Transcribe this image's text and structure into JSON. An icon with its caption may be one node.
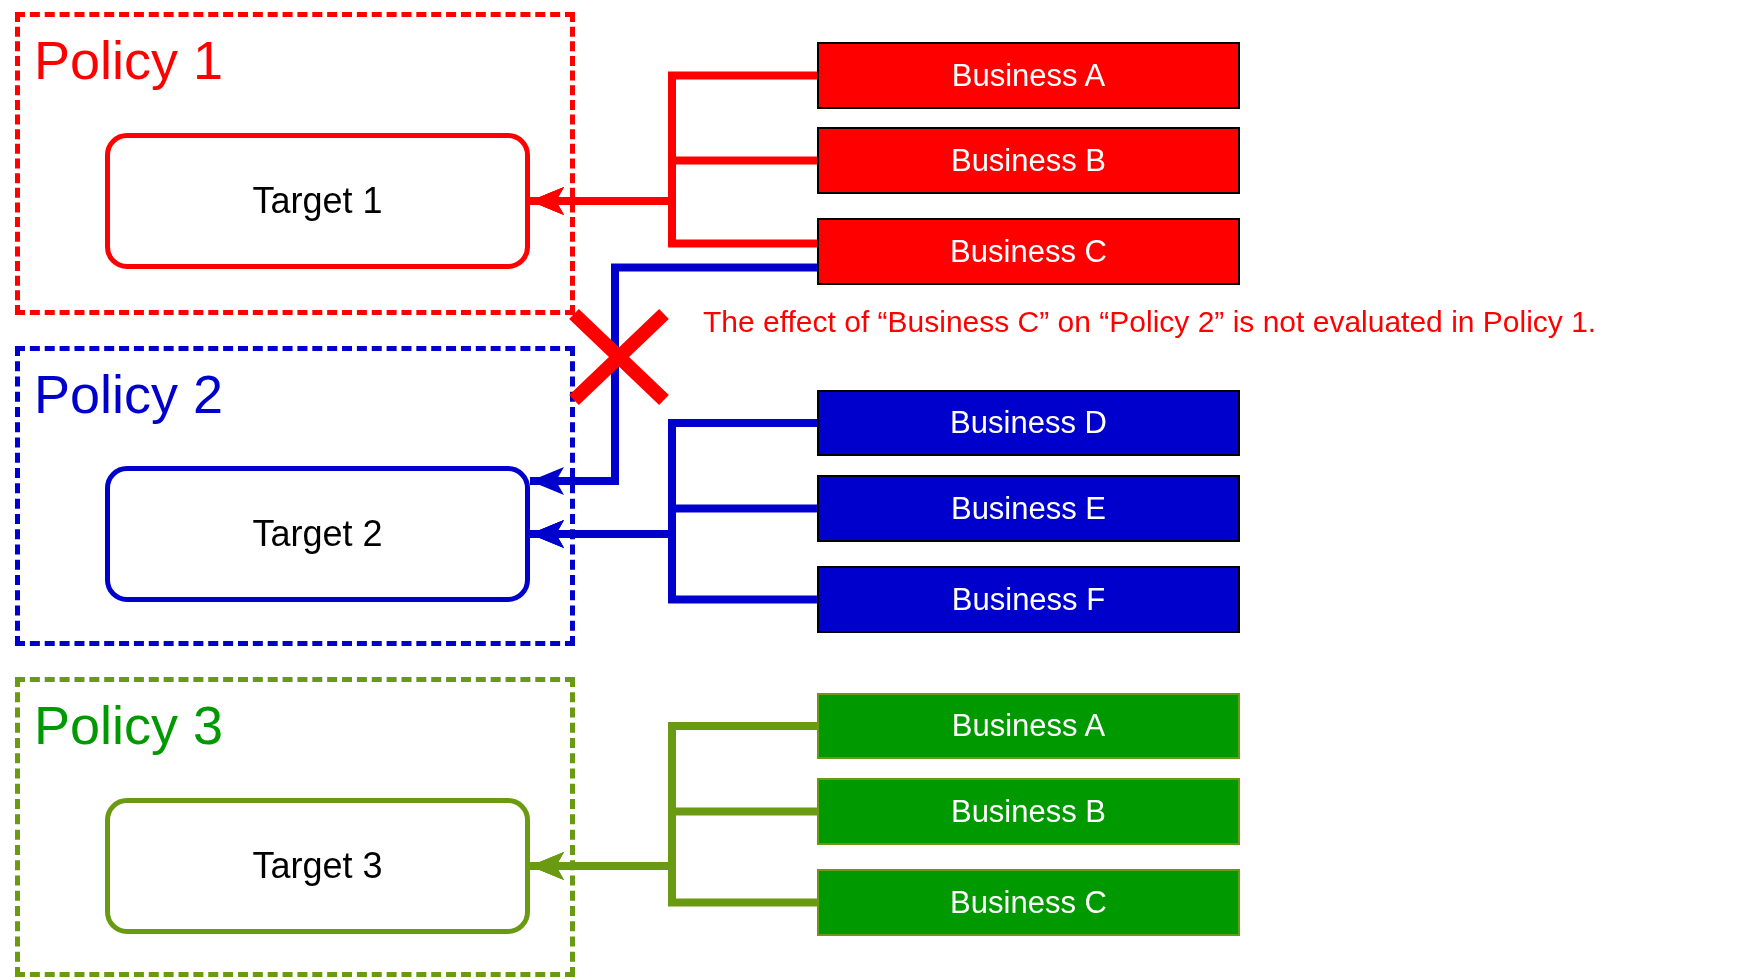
{
  "diagram": {
    "nodes": [
      {
        "text": [
          "Policy 1"
        ]
      },
      {
        "text": [
          "Target 1"
        ],
        "in": 0
      },
      {
        "text": [
          "Policy 2"
        ]
      },
      {
        "text": [
          "Target 2"
        ],
        "in": 2
      },
      {
        "text": [
          "Policy 3"
        ]
      },
      {
        "text": [
          "Target 3"
        ],
        "in": 4
      },
      {
        "text": [
          "Business A"
        ]
      },
      {
        "text": [
          "Business B"
        ]
      },
      {
        "text": [
          "Business C"
        ]
      },
      {
        "text": [
          "Business D"
        ]
      },
      {
        "text": [
          "Business E"
        ]
      },
      {
        "text": [
          "Business F"
        ]
      },
      {
        "text": [
          "Business A"
        ]
      },
      {
        "text": [
          "Business B"
        ]
      },
      {
        "text": [
          "Business C"
        ]
      }
    ],
    "edges": [
      {
        "from": 6,
        "to": 1,
        "arrow": "to",
        "color": "#ff0000"
      },
      {
        "from": 7,
        "to": 1,
        "arrow": "to",
        "color": "#ff0000"
      },
      {
        "from": 8,
        "to": 1,
        "arrow": "to",
        "color": "#ff0000"
      },
      {
        "from": 8,
        "to": 3,
        "arrow": "to",
        "color": "#0000cc"
      },
      {
        "from": 9,
        "to": 3,
        "arrow": "to",
        "color": "#0000cc"
      },
      {
        "from": 10,
        "to": 3,
        "arrow": "to",
        "color": "#0000cc"
      },
      {
        "from": 11,
        "to": 3,
        "arrow": "to",
        "color": "#0000cc"
      },
      {
        "from": 12,
        "to": 5,
        "arrow": "to",
        "color": "#6a9a12"
      },
      {
        "from": 13,
        "to": 5,
        "arrow": "to",
        "color": "#6a9a12"
      },
      {
        "from": 14,
        "to": 5,
        "arrow": "to",
        "color": "#6a9a12"
      }
    ],
    "labels": [
      "The effect of “Business C” on “Policy 2” is not evaluated in Policy 1."
    ]
  }
}
